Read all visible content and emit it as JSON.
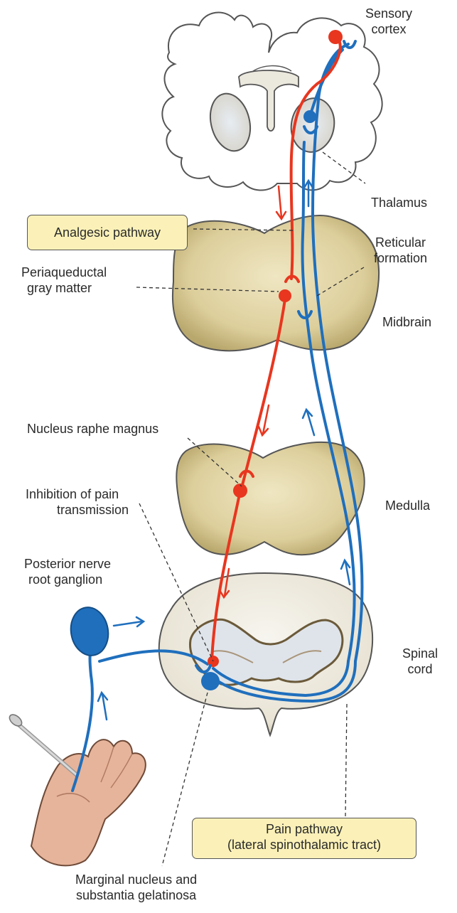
{
  "labels": {
    "sensory_cortex": [
      "Sensory",
      "cortex"
    ],
    "thalamus": "Thalamus",
    "analgesic_pathway": "Analgesic pathway",
    "reticular_formation": [
      "Reticular",
      "formation"
    ],
    "periaqueductal": [
      "Periaqueductal",
      "gray matter"
    ],
    "midbrain": "Midbrain",
    "nucleus_raphe": "Nucleus raphe magnus",
    "medulla": "Medulla",
    "inhibition": [
      "Inhibition of pain",
      "transmission"
    ],
    "posterior_ganglion": [
      "Posterior nerve",
      "root ganglion"
    ],
    "spinal_cord": [
      "Spinal",
      "cord"
    ],
    "pain_pathway": [
      "Pain pathway",
      "(lateral spinothalamic tract)"
    ],
    "marginal_nucleus": [
      "Marginal nucleus and",
      "substantia gelatinosa"
    ]
  },
  "colors": {
    "analgesic_red": "#e8361f",
    "pain_blue": "#1f6fbd",
    "brain_fill": "#ffffff",
    "brainstem_fill": "#ddcf9c",
    "label_box_fill": "#fbf1b8"
  }
}
